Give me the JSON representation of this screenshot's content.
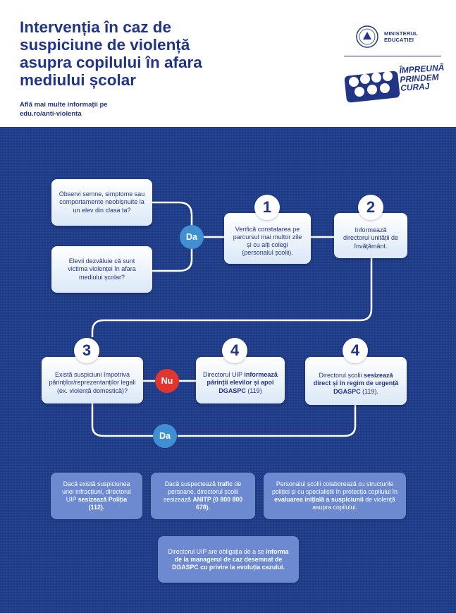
{
  "header": {
    "title": "Intervenția în caz de suspiciune de violență asupra copilului în afara mediului școlar",
    "more_info": "Află mai multe informații pe",
    "more_info_link": "edu.ro/anti-violenta",
    "ministry": "MINISTERUL EDUCAȚIEI",
    "campaign_line1": "ÎMPREUNĂ",
    "campaign_line2": "PRINDEM",
    "campaign_line3": "CURAJ"
  },
  "flow": {
    "trigger1": "Observi semne, simptome sau comportamente neobișnuite la un elev din clasa ta?",
    "trigger2": "Elevii dezvăluie că sunt victima violenței în afara mediului școlar?",
    "da_label": "Da",
    "nu_label": "Nu",
    "step1_num": "1",
    "step1_text": "Verifică constatarea pe parcursul mai multor zile și cu alți colegi (personalul școlii).",
    "step2_num": "2",
    "step2_text": "Informează directorul unității de învățământ.",
    "step3_num": "3",
    "step3_text": "Există suspiciuni împotriva părinților/reprezentanților legali (ex. violență domestică)?",
    "step4a_num": "4",
    "step4a_plain1": "Directorul UIP",
    "step4a_bold": "informează părinții elevilor și apoi DGASPC",
    "step4a_plain2": "(119)",
    "step4b_num": "4",
    "step4b_plain1": "Directorul școlii",
    "step4b_bold": "sesizează direct și în regim de urgență DGASPC",
    "step4b_plain2": "(119)."
  },
  "notes": {
    "note1_plain": "Dacă există suspiciunea unei infracțiuni, directorul UIP",
    "note1_bold": "sesizează Poliția (112).",
    "note2_plain1": "Dacă suspectează",
    "note2_bold1": "trafic",
    "note2_plain2": "de persoane, directorul școlii sesizează",
    "note2_bold2": "ANITP (0 800 800 678).",
    "note3_plain1": "Personalul școlii colaborează cu structurile poliției și cu specialiștii în protecția copilului în",
    "note3_bold1": "evaluarea inițială a suspiciunii",
    "note3_plain2": "de violență asupra copilului.",
    "note4_plain1": "Directorul UIP are obligația de a se",
    "note4_bold": "informa de la managerul de caz desemnat de DGASPC cu privire la evoluția cazului."
  },
  "colors": {
    "navy": "#213587",
    "panel": "#1e3b88",
    "badge_da": "#3f8fd2",
    "badge_nu": "#e1362d",
    "note_bg": "#6d8ad0"
  }
}
